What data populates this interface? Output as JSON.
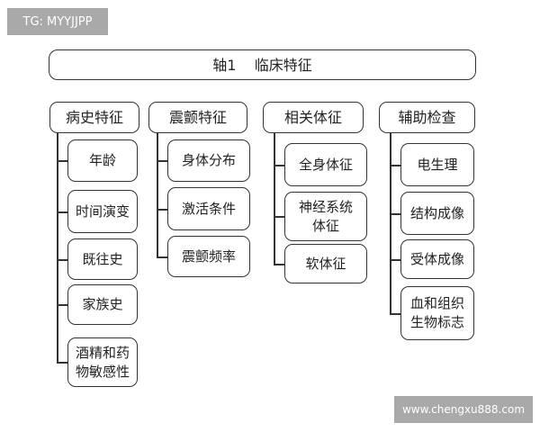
{
  "watermark_top": "TG: MYYJJPP",
  "watermark_bottom": "www.chengxu888.com",
  "title": "轴1    临床特征",
  "categories": [
    {
      "label": "病史特征",
      "items": [
        "年龄",
        "时间演变",
        "既往史",
        "家族史",
        "酒精和药\n物敏感性"
      ]
    },
    {
      "label": "震颤特征",
      "items": [
        "身体分布",
        "激活条件",
        "震颤频率"
      ]
    },
    {
      "label": "相关体征",
      "items": [
        "全身体征",
        "神经系统\n体征",
        "软体征"
      ]
    },
    {
      "label": "辅助检查",
      "items": [
        "电生理",
        "结构成像",
        "受体成像",
        "血和组织\n生物标志"
      ]
    }
  ],
  "colors": {
    "border": "#333333",
    "watermark_bg": "#969696",
    "watermark_text": "#ffffff"
  }
}
